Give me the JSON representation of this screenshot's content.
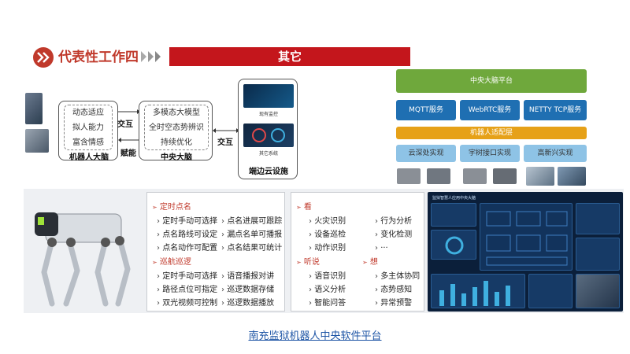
{
  "header": {
    "title": "代表性工作四",
    "banner": "其它"
  },
  "diagram": {
    "robot_brain": {
      "lines": [
        "动态适应",
        "拟人能力",
        "富含情感"
      ],
      "title": "机器人大脑"
    },
    "central_brain": {
      "lines": [
        "多模态大模型",
        "全时空态势辨识",
        "持续优化"
      ],
      "title": "中央大脑"
    },
    "edge_cloud": {
      "screen1_caption": "现有监控",
      "screen2_caption": "其它系统",
      "title": "端边云设施"
    },
    "label_interact_left": "交互",
    "label_empower": "赋能",
    "label_interact_right": "交互"
  },
  "architecture": {
    "top": "中央大脑平台",
    "services": [
      "MQTT服务",
      "WebRTC服务",
      "NETTY TCP服务"
    ],
    "adapter": "机器人适配层",
    "implementations": [
      "云深处实现",
      "宇树接口实现",
      "高新兴实现"
    ]
  },
  "list_left": {
    "section1": "定时点名",
    "section1_items": [
      [
        "定时手动可选择",
        "点名进展可跟踪"
      ],
      [
        "点名路线可设定",
        "漏点名单可播报"
      ],
      [
        "点名动作可配置",
        "点名结果可统计"
      ]
    ],
    "section2": "巡航巡逻",
    "section2_items": [
      [
        "定时手动可选择",
        "语音播报对讲"
      ],
      [
        "路径点位可指定",
        "巡逻数据存储"
      ],
      [
        "双光视频可控制",
        "巡逻数据播放"
      ]
    ]
  },
  "list_right": {
    "section_look": "看",
    "look_items": [
      [
        "火灾识别",
        "行为分析"
      ],
      [
        "设备巡检",
        "变化检测"
      ],
      [
        "动作识别",
        "···"
      ]
    ],
    "section_listen": "听说",
    "section_think": "想",
    "listen_items": [
      "语音识别",
      "语义分析",
      "智能问答"
    ],
    "think_items": [
      "多主体协同",
      "态势感知",
      "异常预警"
    ]
  },
  "dashboard": {
    "title": "监狱智慧人应用中央大脑"
  },
  "caption": "南充监狱机器人中央软件平台"
}
